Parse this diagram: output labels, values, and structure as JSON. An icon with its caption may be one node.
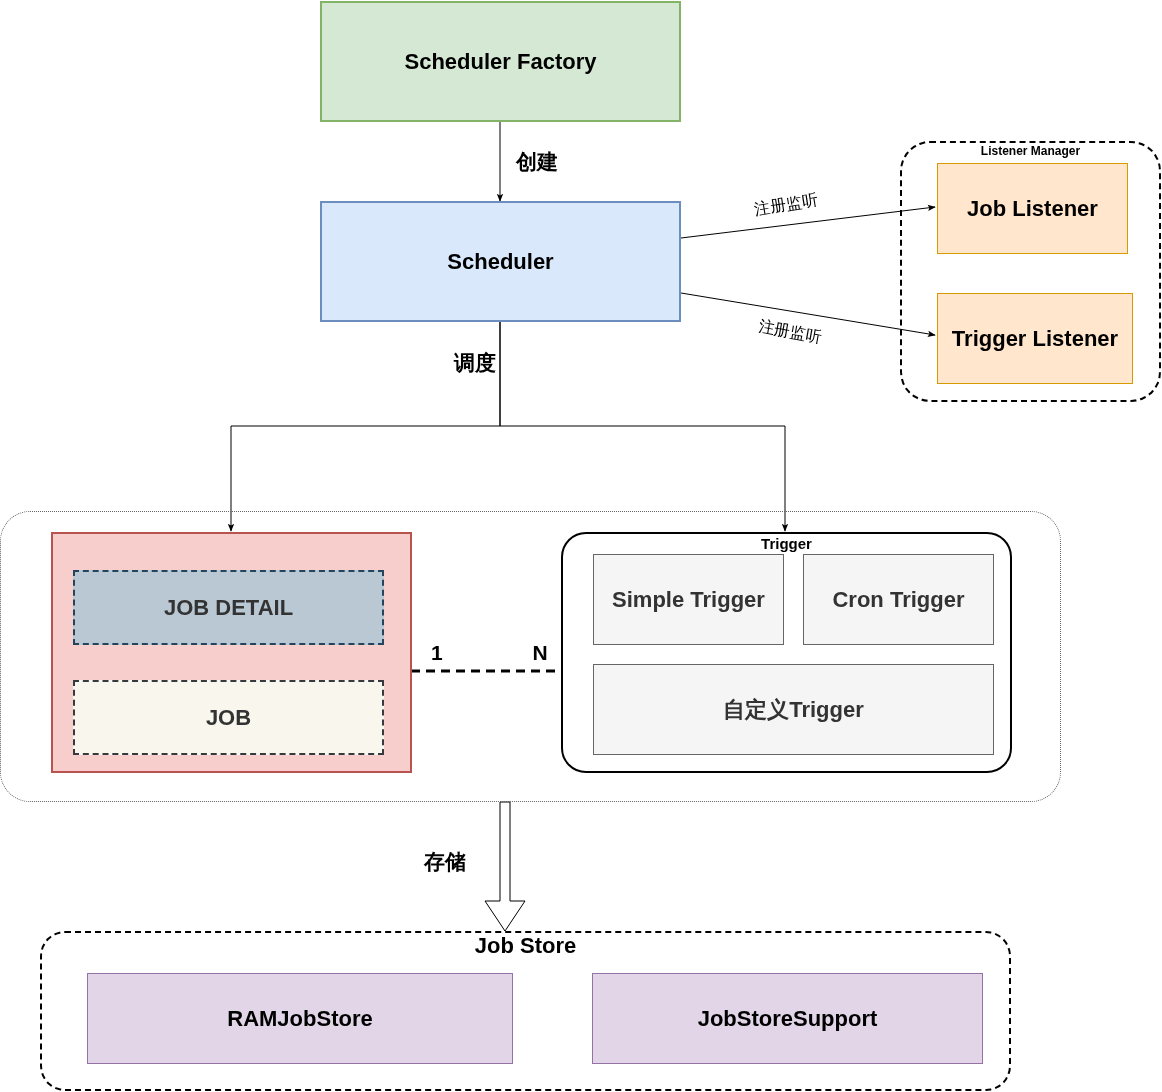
{
  "diagram": {
    "nodes": [
      {
        "text": [
          "Scheduler Factory"
        ]
      },
      {
        "text": [
          "Scheduler"
        ]
      },
      {
        "text": [
          "Listener Manager"
        ]
      },
      {
        "text": [
          "Job Listener"
        ],
        "in": 2
      },
      {
        "text": [
          "Trigger Listener"
        ],
        "in": 2
      },
      {
        "text": [],
        "shape": "box"
      },
      {
        "text": [],
        "shape": "box",
        "in": 5
      },
      {
        "text": [
          "JOB DETAIL"
        ],
        "in": 6
      },
      {
        "text": [
          "JOB"
        ],
        "in": 6
      },
      {
        "text": [
          "Trigger"
        ],
        "in": 5
      },
      {
        "text": [
          "Simple Trigger"
        ],
        "in": 9
      },
      {
        "text": [
          "Cron Trigger"
        ],
        "in": 9
      },
      {
        "text": [
          "自定义Trigger"
        ],
        "in": 9
      },
      {
        "text": [
          "Job Store"
        ]
      },
      {
        "text": [
          "RAMJobStore"
        ],
        "in": 13
      },
      {
        "text": [
          "JobStoreSupport"
        ],
        "in": 13
      }
    ],
    "edges": [
      {
        "from": 0,
        "to": 1,
        "arrow": "to",
        "label": "创建"
      },
      {
        "from": 1,
        "to": 3,
        "arrow": "to",
        "label": "注册监听"
      },
      {
        "from": 1,
        "to": 4,
        "arrow": "to",
        "label": "注册监听"
      },
      {
        "from": 1,
        "to": 6,
        "arrow": "to",
        "label": "调度"
      },
      {
        "from": 1,
        "to": 9,
        "arrow": "to"
      },
      {
        "from": 6,
        "to": 9,
        "arrow": "none",
        "style": "dashed"
      },
      {
        "from": 5,
        "to": 13,
        "arrow": "to",
        "label": "存储"
      }
    ],
    "labels": [
      "1",
      "N"
    ]
  }
}
